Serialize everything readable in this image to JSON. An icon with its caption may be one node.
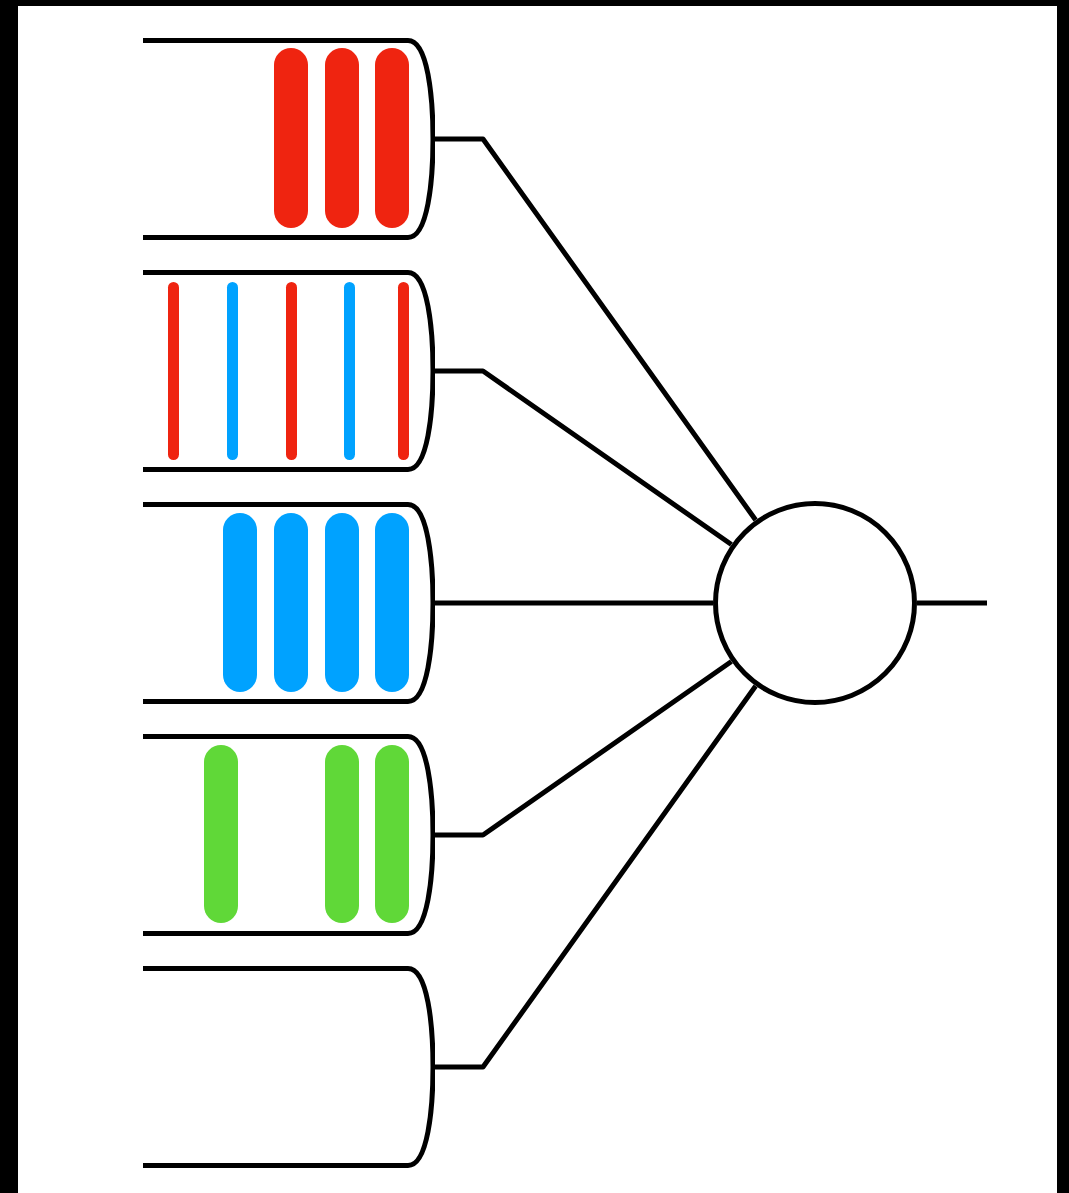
{
  "diagram": {
    "nodes": [
      {
        "text": [],
        "shape": "box"
      },
      {
        "text": [],
        "shape": "bar",
        "in": 0
      },
      {
        "text": [],
        "shape": "bar",
        "in": 0
      },
      {
        "text": [],
        "shape": "bar",
        "in": 0
      },
      {
        "text": [],
        "shape": "box"
      },
      {
        "text": [],
        "shape": "bar",
        "in": 4
      },
      {
        "text": [],
        "shape": "bar",
        "in": 4
      },
      {
        "text": [],
        "shape": "bar",
        "in": 4
      },
      {
        "text": [],
        "shape": "bar",
        "in": 4
      },
      {
        "text": [],
        "shape": "bar",
        "in": 4
      },
      {
        "text": [],
        "shape": "box"
      },
      {
        "text": [],
        "shape": "bar",
        "in": 10
      },
      {
        "text": [],
        "shape": "bar",
        "in": 10
      },
      {
        "text": [],
        "shape": "bar",
        "in": 10
      },
      {
        "text": [],
        "shape": "bar",
        "in": 10
      },
      {
        "text": [],
        "shape": "box"
      },
      {
        "text": [],
        "shape": "bar",
        "in": 15
      },
      {
        "text": [],
        "shape": "bar",
        "in": 15
      },
      {
        "text": [],
        "shape": "bar",
        "in": 15
      },
      {
        "text": [],
        "shape": "box"
      },
      {
        "text": [],
        "shape": "circle"
      }
    ],
    "edges": [
      {
        "from": 0,
        "to": 20,
        "arrow": "none"
      },
      {
        "from": 4,
        "to": 20,
        "arrow": "none"
      },
      {
        "from": 10,
        "to": 20,
        "arrow": "none"
      },
      {
        "from": 15,
        "to": 20,
        "arrow": "none"
      },
      {
        "from": 19,
        "to": 20,
        "arrow": "none"
      },
      {
        "from": 20,
        "to": null,
        "arrow": "none"
      }
    ]
  }
}
